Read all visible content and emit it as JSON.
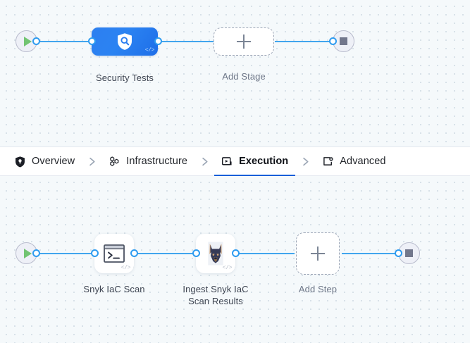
{
  "theme": {
    "canvas_bg": "#f5f9fb",
    "grid_dot": "#d2dde5",
    "edge": "#41a5ee",
    "port_ring": "#2d9bf0",
    "stage_blue": "#2b7ef0",
    "active_tab_underline": "#0a5ed9",
    "start_green": "#72c472",
    "end_grey": "#72778c",
    "tabbar_bg": "#ffffff"
  },
  "tabs": {
    "items": [
      {
        "id": "overview",
        "label": "Overview",
        "icon": "shield-icon",
        "active": false
      },
      {
        "id": "infrastructure",
        "label": "Infrastructure",
        "icon": "hex-cluster-icon",
        "active": false
      },
      {
        "id": "execution",
        "label": "Execution",
        "icon": "play-box-icon",
        "active": true
      },
      {
        "id": "advanced",
        "label": "Advanced",
        "icon": "window-settings-icon",
        "active": false
      }
    ],
    "separator_icon": "chevron-right-icon"
  },
  "stage_pipeline": {
    "start_node": {
      "name": "pipeline-start",
      "icon": "play-icon"
    },
    "end_node": {
      "name": "pipeline-end",
      "icon": "stop-icon"
    },
    "nodes": [
      {
        "id": "security-tests",
        "label": "Security Tests",
        "type": "stage",
        "icon": "shield-search-icon",
        "badge": "</>"
      },
      {
        "id": "add-stage",
        "label": "Add Stage",
        "type": "add",
        "icon": "plus-icon"
      }
    ]
  },
  "step_pipeline": {
    "start_node": {
      "name": "pipeline-start",
      "icon": "play-icon"
    },
    "end_node": {
      "name": "pipeline-end",
      "icon": "stop-icon"
    },
    "nodes": [
      {
        "id": "snyk-iac-scan",
        "label": "Snyk IaC Scan",
        "type": "step",
        "icon": "terminal-icon",
        "badge": "</>"
      },
      {
        "id": "ingest-snyk-iac-scan-results",
        "label": "Ingest Snyk IaC\nScan Results",
        "type": "step",
        "icon": "snyk-doberman-icon",
        "badge": "</>"
      },
      {
        "id": "add-step",
        "label": "Add Step",
        "type": "add",
        "icon": "plus-icon"
      }
    ]
  }
}
